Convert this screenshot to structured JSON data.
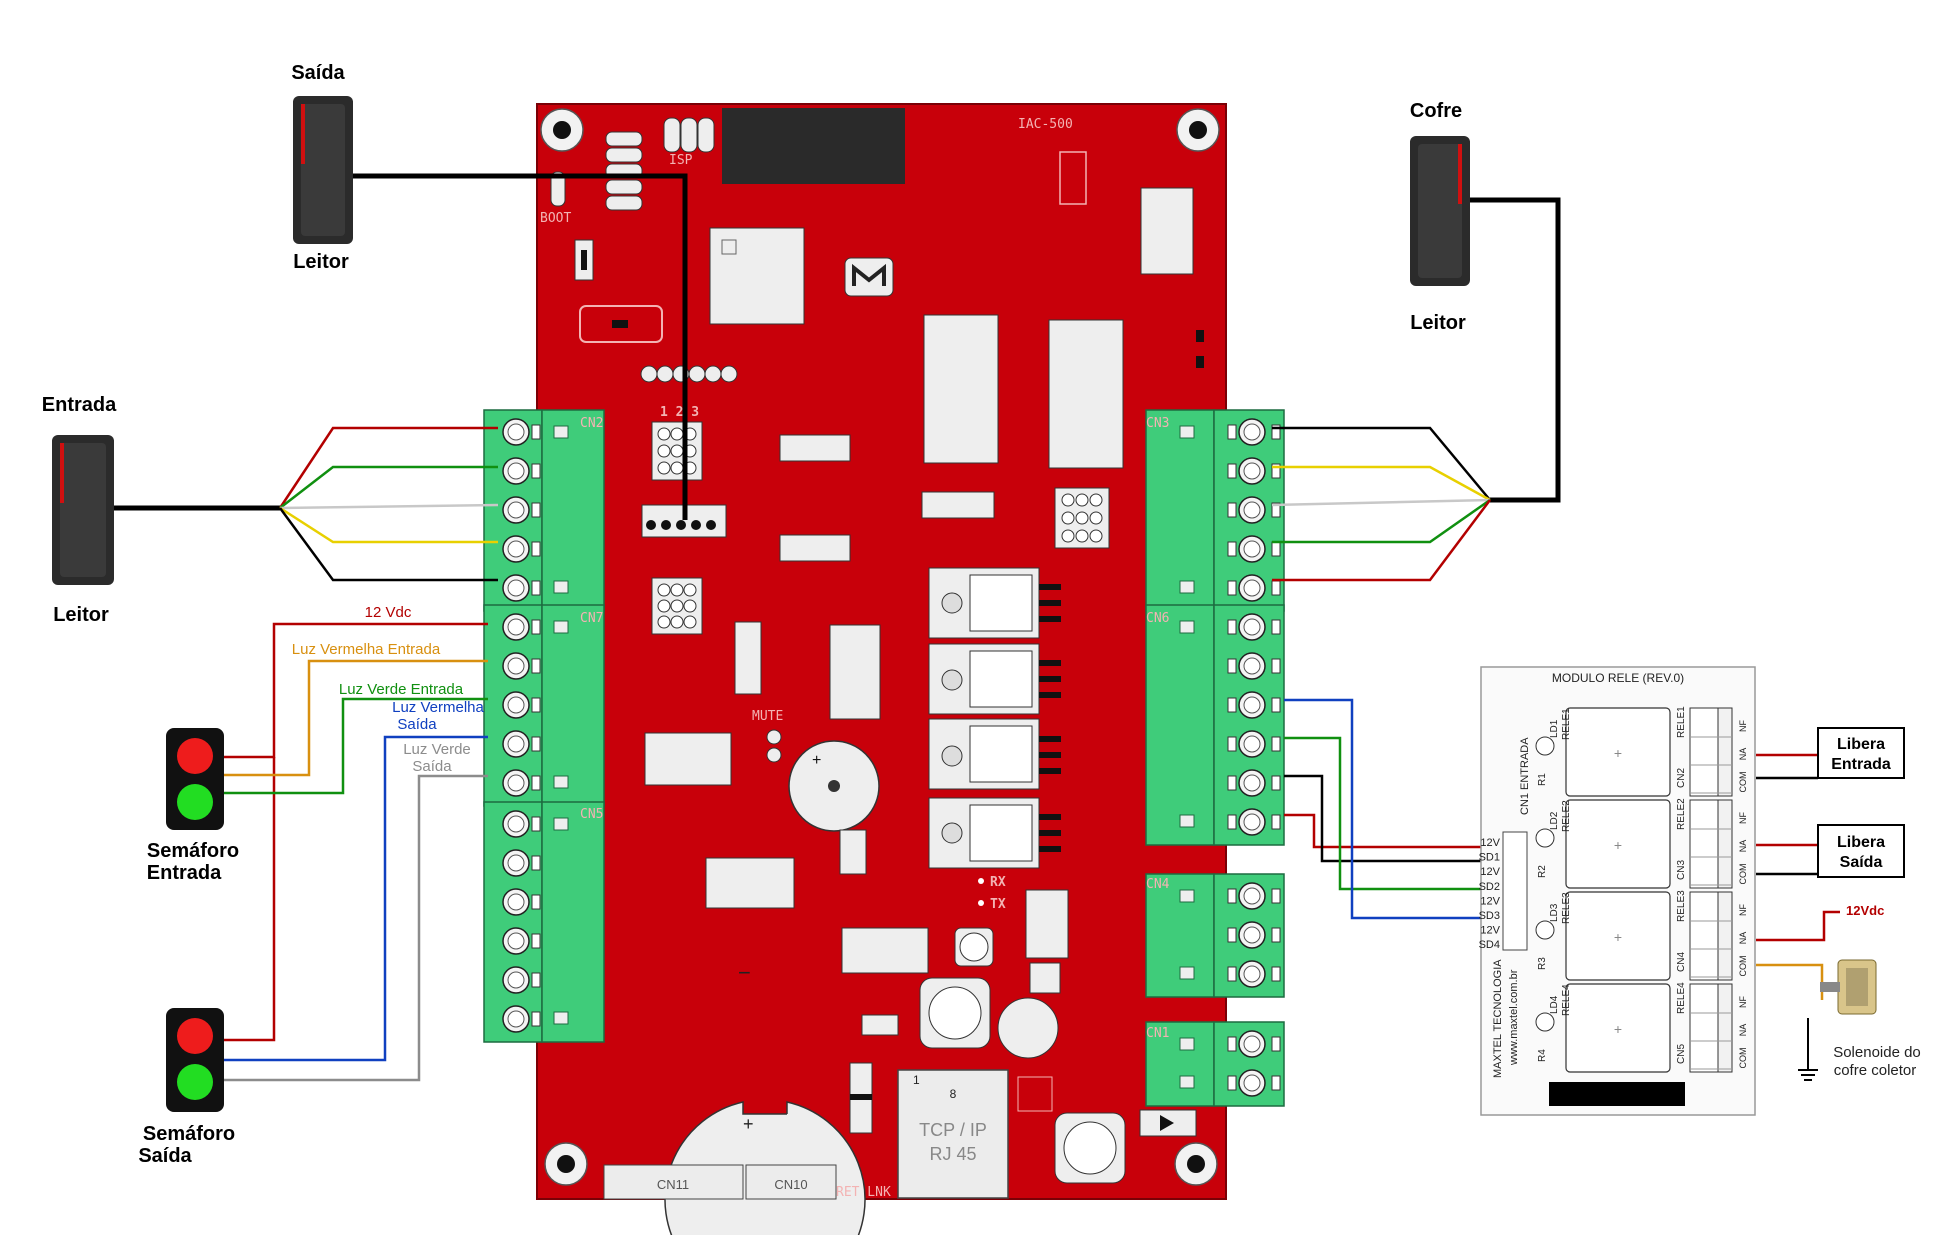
{
  "readers": {
    "saida": {
      "title": "Saída",
      "caption": "Leitor"
    },
    "entrada": {
      "title": "Entrada",
      "caption": "Leitor"
    },
    "cofre": {
      "title": "Cofre",
      "caption": "Leitor"
    }
  },
  "semaphores": {
    "entrada": {
      "line1": "Semáforo",
      "line2": "Entrada"
    },
    "saida": {
      "line1": "Semáforo",
      "line2": "Saída"
    }
  },
  "wires": {
    "v12": "12 Vdc",
    "luz_vermelha_entrada": "Luz Vermelha Entrada",
    "luz_verde_entrada": "Luz Verde Entrada",
    "luz_vermelha_saida_1": "Luz Vermelha",
    "luz_vermelha_saida_2": "Saída",
    "luz_verde_saida_1": "Luz Verde",
    "luz_verde_saida_2": "Saída"
  },
  "board": {
    "model": "IAC-500",
    "isp": "ISP",
    "boot": "BOOT",
    "pins": "1 2 3",
    "connectors": {
      "cn2": "CN2",
      "cn7": "CN7",
      "cn5": "CN5",
      "cn3": "CN3",
      "cn6": "CN6",
      "cn4": "CN4",
      "cn1": "CN1",
      "cn11": "CN11",
      "cn10": "CN10"
    },
    "mute": "MUTE",
    "rx": "RX",
    "tx": "TX",
    "tcp": "TCP / IP",
    "rj45": "RJ 45",
    "rj_pin1": "1",
    "rj_pin8": "8",
    "ret_lnk": "RET LNK",
    "plus": "+",
    "minus": "−"
  },
  "module": {
    "title": "MODULO RELE (REV.0)",
    "cn1_label": "CN1",
    "entrada_label": "ENTRADA",
    "pins": [
      "12V",
      "SD1",
      "12V",
      "SD2",
      "12V",
      "SD3",
      "12V",
      "SD4"
    ],
    "relays": [
      {
        "led": "LD1",
        "rele": "RELE1",
        "r": "R1",
        "cn": "CN2"
      },
      {
        "led": "LD2",
        "rele": "RELE2",
        "r": "R2",
        "cn": "CN3"
      },
      {
        "led": "LD3",
        "rele": "RELE3",
        "r": "R3",
        "cn": "CN4"
      },
      {
        "led": "LD4",
        "rele": "RELE4",
        "r": "R4",
        "cn": "CN5"
      }
    ],
    "terminals": [
      "NF",
      "NA",
      "COM"
    ],
    "brand": "MAXTEL TECNOLOGIA",
    "site": "www.maxtel.com.br"
  },
  "outputs": {
    "libera_entrada": {
      "line1": "Libera",
      "line2": "Entrada"
    },
    "libera_saida": {
      "line1": "Libera",
      "line2": "Saída"
    },
    "v12_out": "12Vdc",
    "solenoid_1": "Solenoide do",
    "solenoid_2": "cofre coletor"
  },
  "colors": {
    "board_red": "#c8000a",
    "terminal_green": "#3fcc7a",
    "wire_red": "#b30000",
    "wire_green": "#109010",
    "wire_yellow": "#e8d000",
    "wire_orange": "#d89010",
    "wire_blue": "#1040c0",
    "wire_gray": "#8c8c8c"
  }
}
